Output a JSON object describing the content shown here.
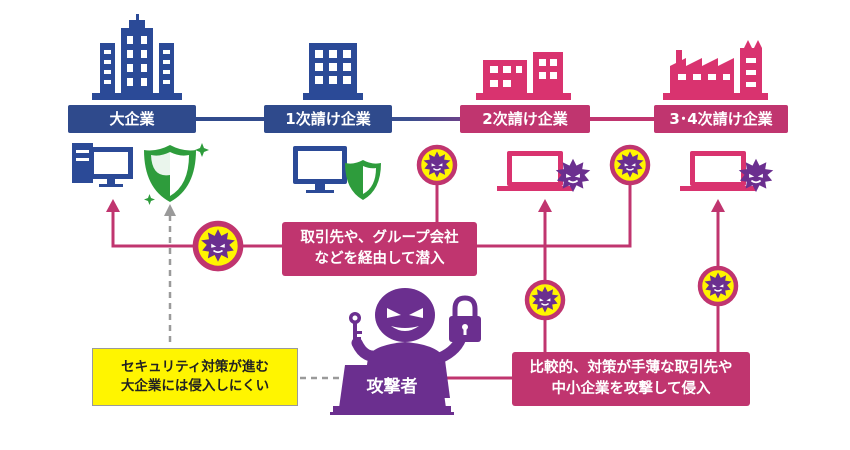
{
  "colors": {
    "navy": "#2f4a8c",
    "navy_icon": "#2b4a97",
    "magenta": "#c0356f",
    "magenta_icon": "#d9336f",
    "purple": "#6b2f8f",
    "green": "#2e9c3c",
    "yellow": "#fff500"
  },
  "tiers": [
    {
      "label": "大企業"
    },
    {
      "label": "1次請け企業"
    },
    {
      "label": "2次請け企業"
    },
    {
      "label": "3･4次請け企業"
    }
  ],
  "callout_supply_chain": {
    "line1": "取引先や、グループ会社",
    "line2": "などを経由して潜入"
  },
  "callout_weak_target": {
    "line1": "比較的、対策が手薄な取引先や",
    "line2": "中小企業を攻撃して侵入"
  },
  "callout_hard_target": {
    "line1": "セキュリティ対策が進む",
    "line2": "大企業には侵入しにくい"
  },
  "attacker": {
    "label": "攻撃者"
  },
  "icons": [
    "building-icon",
    "office-icon",
    "shop-icon",
    "factory-icon",
    "desktop-computer-icon",
    "shield-icon",
    "laptop-icon",
    "virus-icon",
    "key-icon",
    "padlock-icon",
    "hacker-icon"
  ]
}
